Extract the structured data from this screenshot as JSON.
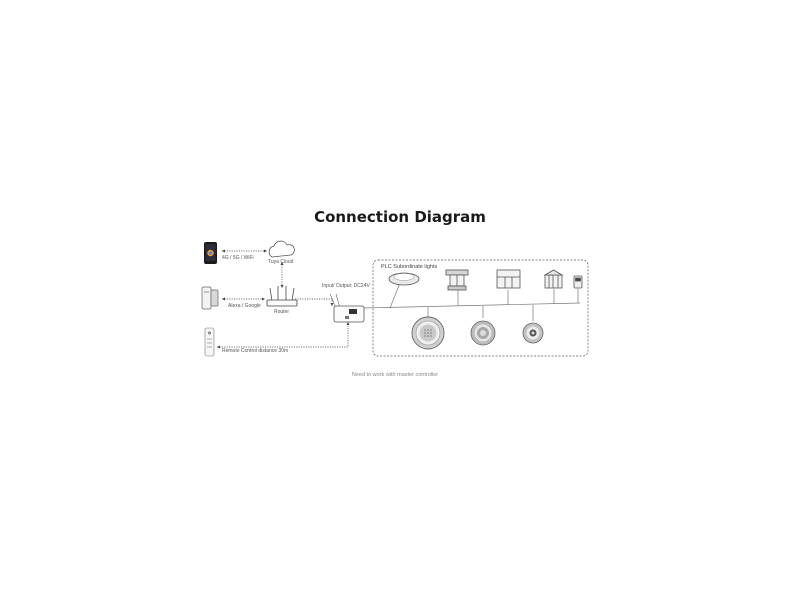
{
  "title": "Connection Diagram",
  "labels": {
    "network": "4G / 5G / WiFi",
    "cloud": "Tuya Cloud",
    "voice": "Alexa / Google",
    "router": "Router",
    "io": "Input/ Output: DC24V",
    "remote": "Remote Control distance 30m",
    "group": "PLC Subordinate lights"
  },
  "note": "Need to work with master controller"
}
